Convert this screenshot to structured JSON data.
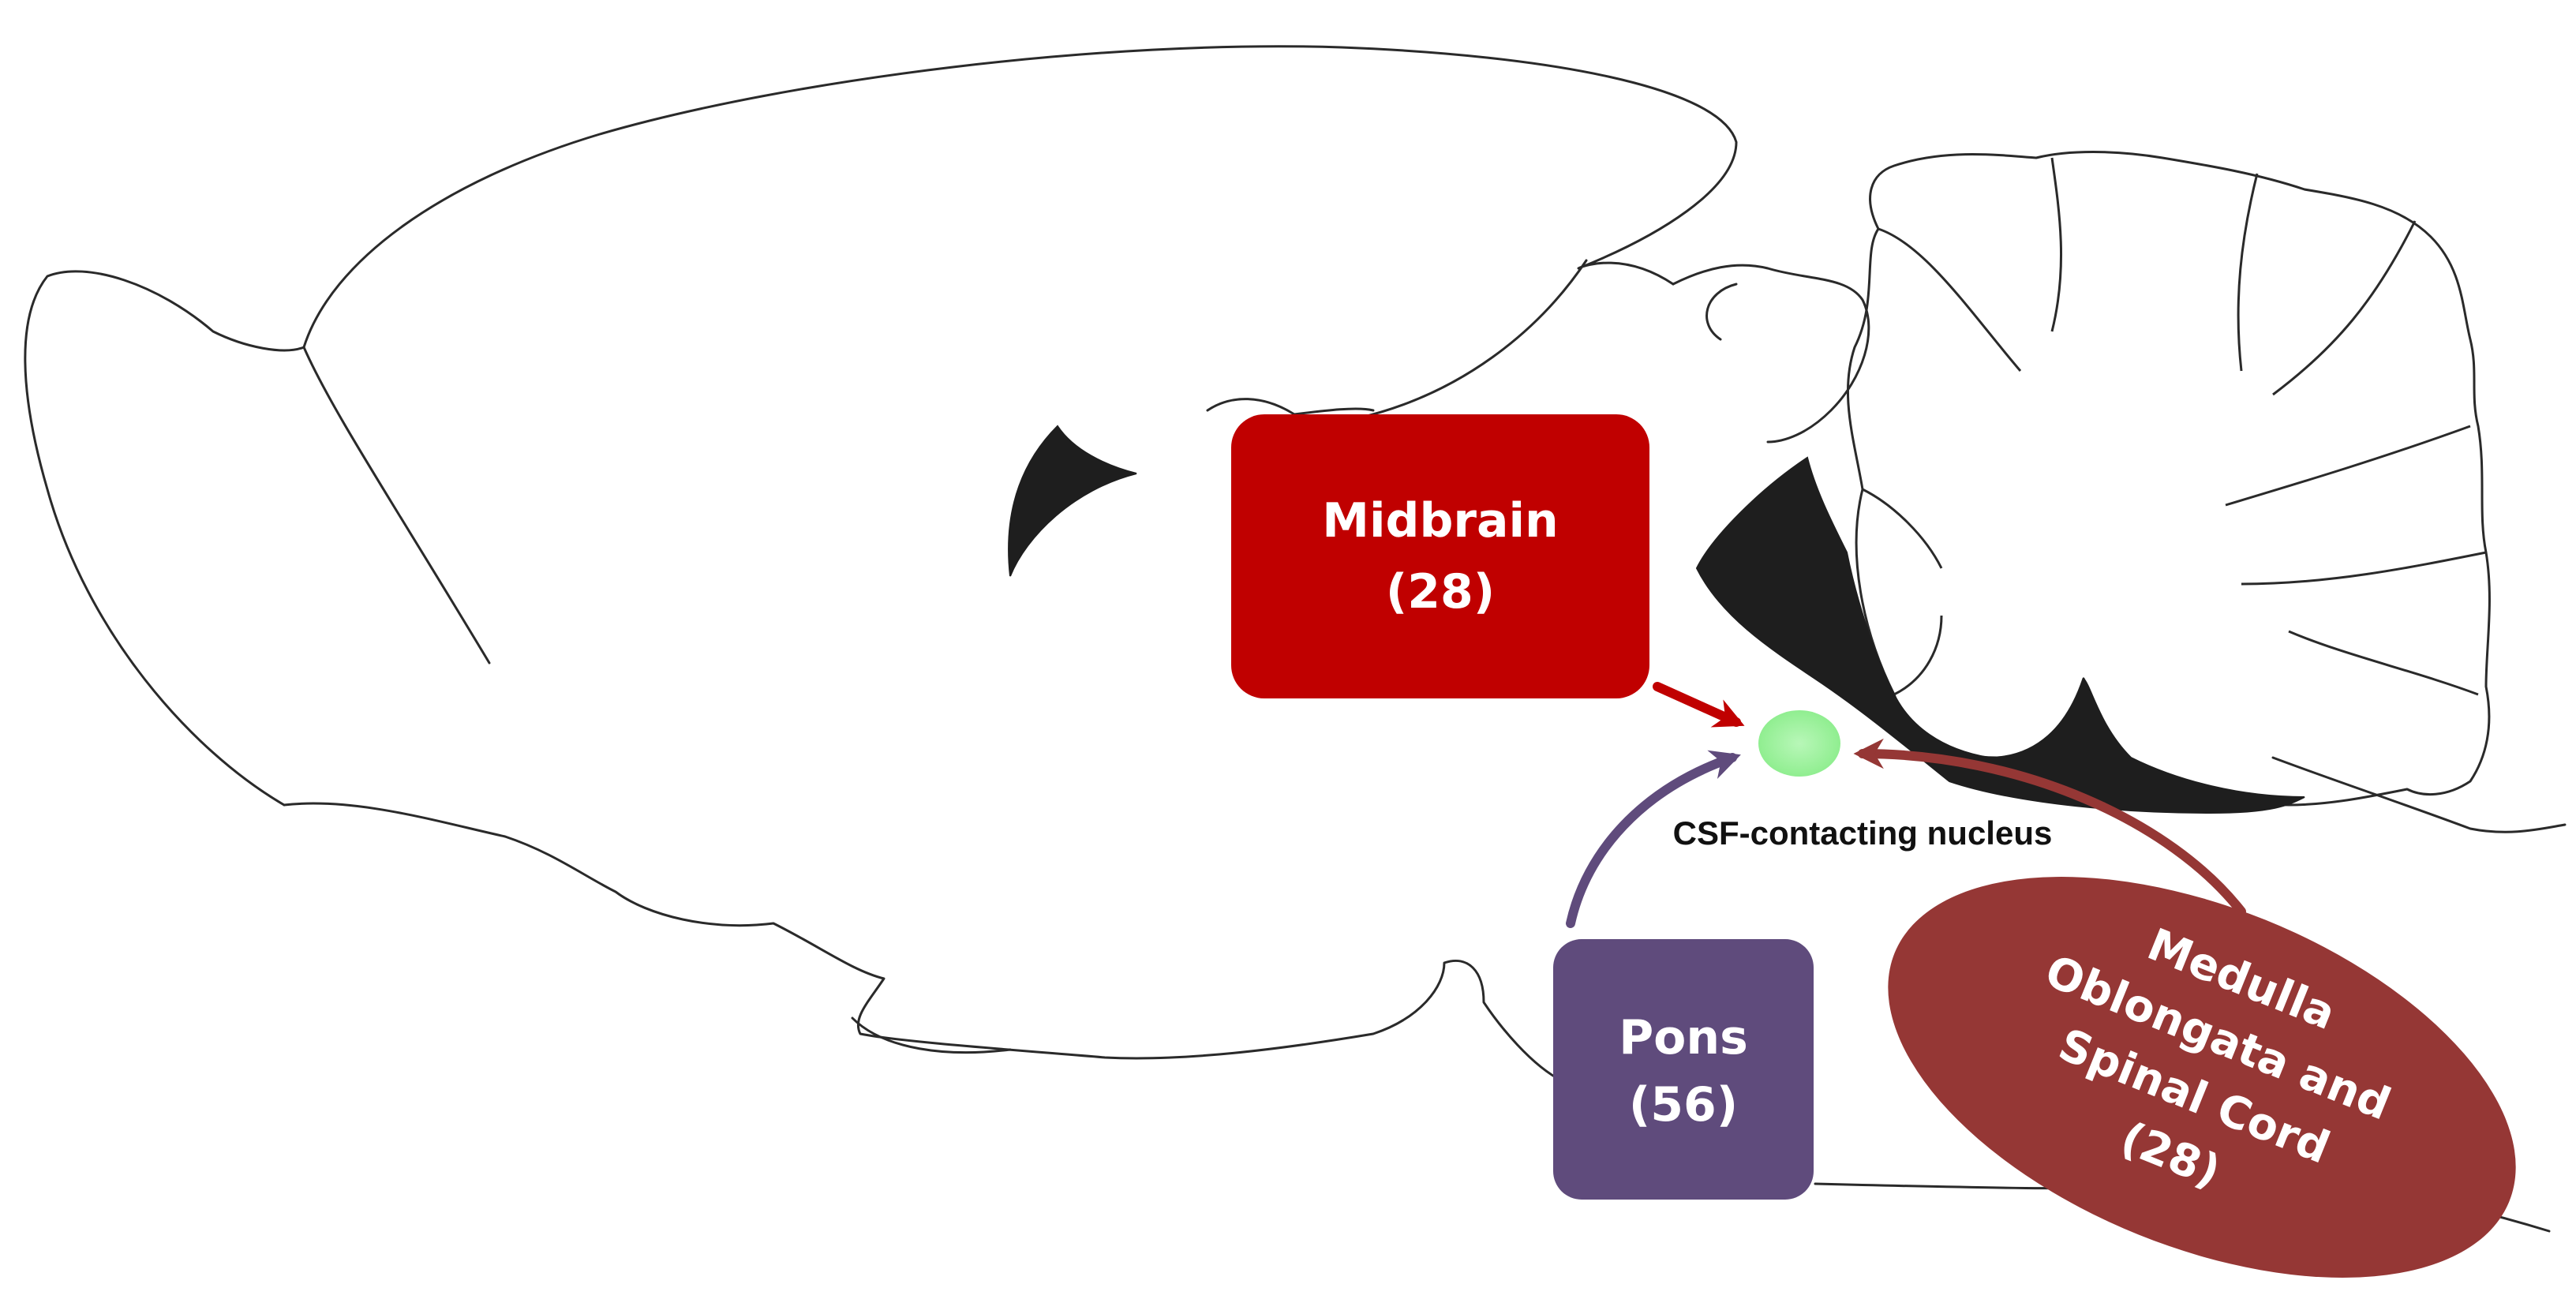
{
  "nucleus": {
    "label": "CSF-contacting nucleus",
    "color": "#90ee90"
  },
  "sources": {
    "midbrain": {
      "name": "Midbrain",
      "count": "(28)",
      "color": "#c00000"
    },
    "pons": {
      "name": "Pons",
      "count": "(56)",
      "color": "#5f4b7c"
    },
    "medulla": {
      "lines": [
        "Medulla",
        "Oblongata and",
        "Spinal Cord",
        "(28)"
      ],
      "color": "#953735"
    }
  }
}
